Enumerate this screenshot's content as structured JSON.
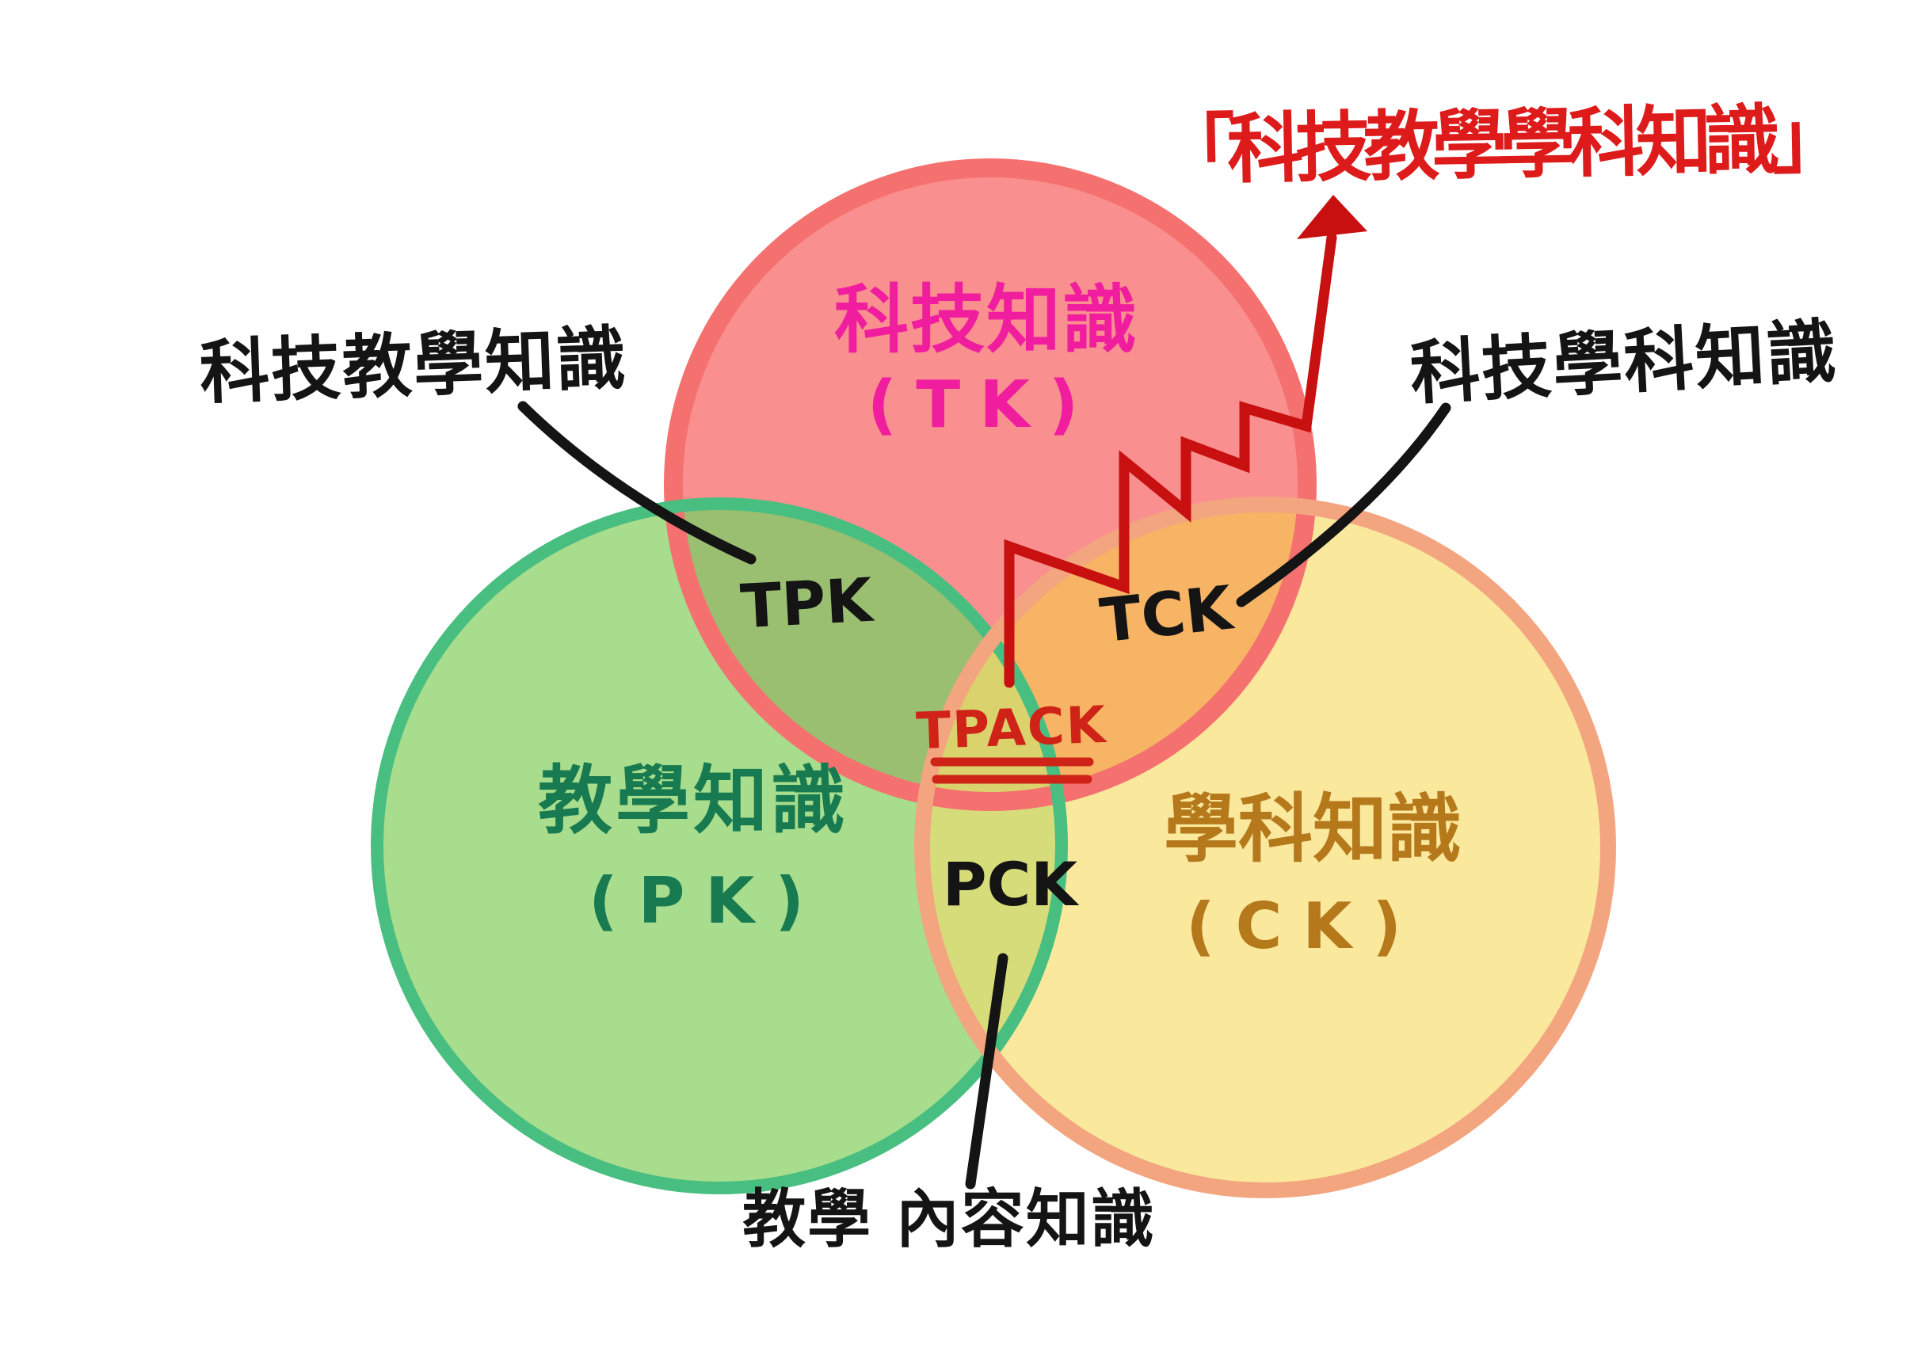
{
  "arrow_title": "「科技教學學科知識」",
  "circles": {
    "technology": {
      "name": "科技知識",
      "abbr": "(TK)"
    },
    "pedagogy": {
      "name": "教學知識",
      "abbr": "(PK)"
    },
    "content": {
      "name": "學科知識",
      "abbr": "(CK)"
    }
  },
  "overlaps": {
    "tpk": "TPK",
    "tck": "TCK",
    "pck": "PCK",
    "tpack": "TPACK"
  },
  "annotations": {
    "tpk_note": "科技教學知識",
    "tck_note": "科技學科知識",
    "pck_note": "教學 內容知識"
  },
  "colors": {
    "background": "#FFFFFF",
    "red_fill": "#F9908F",
    "red_stroke": "#F5716F",
    "tk_text": "#F01E9E",
    "green_fill": "#A7DD8C",
    "green_stroke": "#49BE81",
    "pk_text": "#187A50",
    "yellow_fill": "#FAE89D",
    "yellow_stroke": "#F3A57F",
    "ck_text": "#B5791C",
    "tpk_overlap": "#9ABF70",
    "tck_overlap": "#F6B464",
    "pck_overlap": "#D7DC7A",
    "center_overlap": "#DAD26C",
    "arrow_red": "#C81010",
    "tpack_text": "#CF2318",
    "title_red": "#DE1B1B",
    "ink": "#141414"
  }
}
